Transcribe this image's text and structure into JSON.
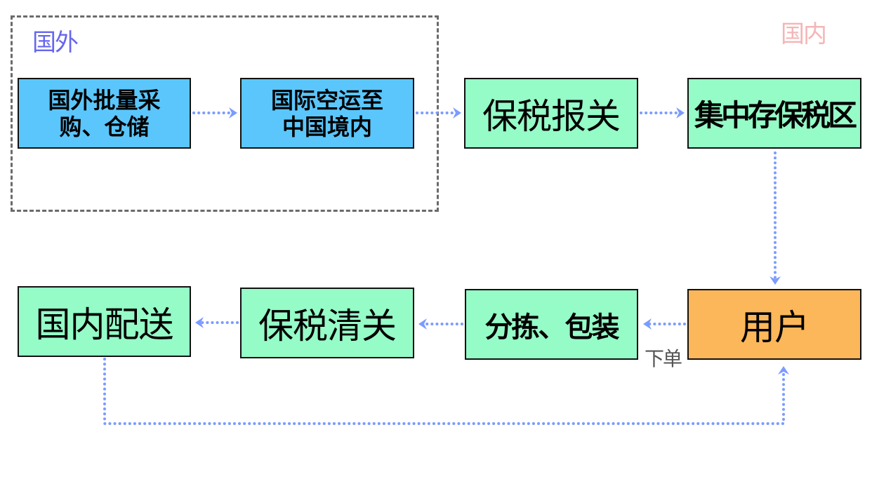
{
  "regions": {
    "overseas": {
      "label": "国外",
      "color": "#6666ee"
    },
    "domestic": {
      "label": "国内",
      "color": "#f4b6b6"
    }
  },
  "nodes": {
    "overseas_purchase": {
      "line1": "国外批量采",
      "line2": "购、仓储",
      "color": "#5bc6fc"
    },
    "air_freight": {
      "line1": "国际空运至",
      "line2": "中国境内",
      "color": "#5bc6fc"
    },
    "bonded_declaration": {
      "label": "保税报关",
      "color": "#95fbc7"
    },
    "bonded_storage": {
      "label": "集中存保税区",
      "color": "#95fbc7"
    },
    "user": {
      "label": "用户",
      "color": "#fcb75a"
    },
    "sort_pack": {
      "label": "分拣、包装",
      "color": "#95fbc7"
    },
    "bonded_clearance": {
      "label": "保税清关",
      "color": "#95fbc7"
    },
    "domestic_delivery": {
      "label": "国内配送",
      "color": "#95fbc7"
    }
  },
  "edges": [
    {
      "from": "overseas_purchase",
      "to": "air_freight"
    },
    {
      "from": "air_freight",
      "to": "bonded_declaration"
    },
    {
      "from": "bonded_declaration",
      "to": "bonded_storage"
    },
    {
      "from": "bonded_storage",
      "to": "user"
    },
    {
      "from": "user",
      "to": "sort_pack",
      "label": "下单"
    },
    {
      "from": "sort_pack",
      "to": "bonded_clearance"
    },
    {
      "from": "bonded_clearance",
      "to": "domestic_delivery"
    },
    {
      "from": "domestic_delivery",
      "to": "user"
    }
  ],
  "edge_color": "#7b9cff"
}
